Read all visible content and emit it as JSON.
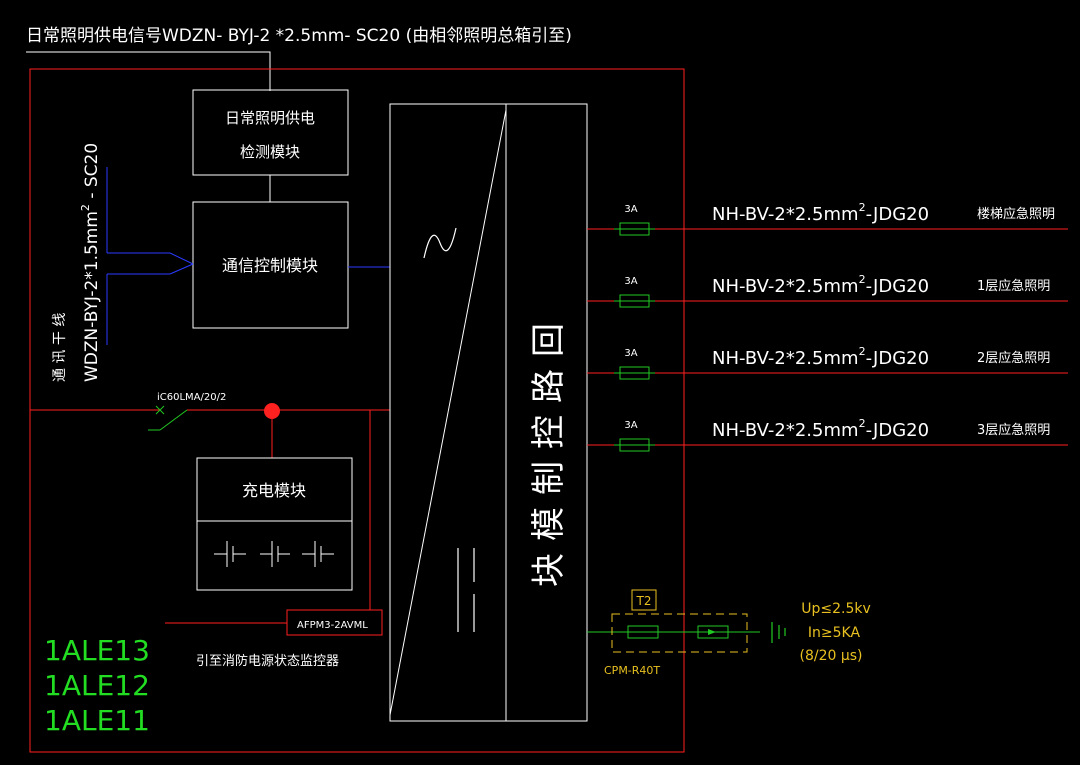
{
  "title": "日常照明供电信号WDZN- BYJ-2 *2.5mm- SC20 (由相邻照明总箱引至)",
  "modules": {
    "detect_line1": "日常照明供电",
    "detect_line2": "检测模块",
    "comm": "通信控制模块",
    "charge": "充电模块",
    "loop_chars": [
      "回",
      "路",
      "控",
      "制",
      "模",
      "块"
    ]
  },
  "left_cable": {
    "main": "WDZN-BYJ-2*1.5mm",
    "sup": "2",
    "tail": " - SC20",
    "trunk_label": "通 讯 干 线"
  },
  "breaker_label": "iC60LMA/20/2",
  "fire_module_label": "AFPM3-2AVML",
  "fire_monitor_text": "引至消防电源状态监控器",
  "circuits": [
    {
      "fuse": "3A",
      "cable": "NH-BV-2*2.5mm",
      "sup": "2",
      "tail": "-JDG20",
      "desc": "楼梯应急照明"
    },
    {
      "fuse": "3A",
      "cable": "NH-BV-2*2.5mm",
      "sup": "2",
      "tail": "-JDG20",
      "desc": "1层应急照明"
    },
    {
      "fuse": "3A",
      "cable": "NH-BV-2*2.5mm",
      "sup": "2",
      "tail": "-JDG20",
      "desc": "2层应急照明"
    },
    {
      "fuse": "3A",
      "cable": "NH-BV-2*2.5mm",
      "sup": "2",
      "tail": "-JDG20",
      "desc": "3层应急照明"
    }
  ],
  "spd": {
    "tag": "T2",
    "model": "CPM-R40T",
    "up": "Up≤2.5kv",
    "in": "In≥5KA",
    "wave": "(8/20 μs)"
  },
  "panels": [
    "1ALE13",
    "1ALE12",
    "1ALE11"
  ],
  "colors": {
    "white": "#ffffff",
    "red": "#ff2020",
    "blue": "#2a3cff",
    "green": "#22c822",
    "yellow": "#e8c020",
    "label_green": "#22dd22"
  }
}
